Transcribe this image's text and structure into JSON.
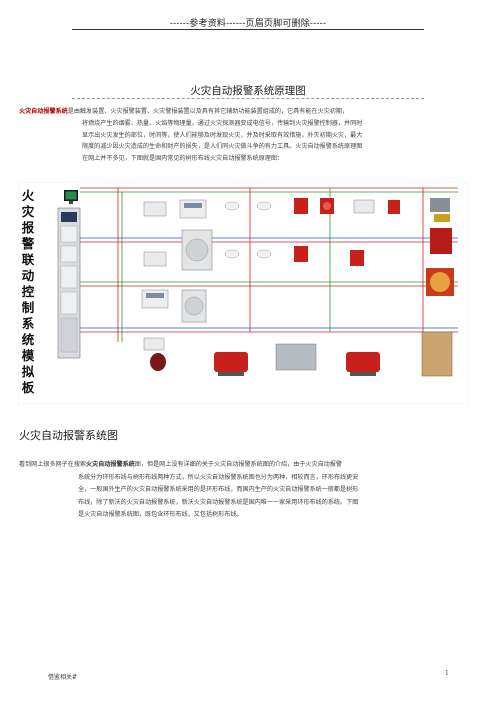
{
  "header": {
    "note": "------参考资料------页眉页脚可删除-----"
  },
  "section1": {
    "title": "火灾自动报警系统原理图",
    "lead_term": "火灾自动报警系统",
    "paragraph_lines": [
      "是由触发装置、火灾报警装置、火灾警报装置以及具有其它辅助功能装置组成的，它具有能在火灾初期，",
      "将燃烧产生的烟雾、热量、火焰等物理量，通过火灾探测器变成电信号，传输到火灾报警控制器，并同时",
      "显示出火灾发生的部位，时间等，使人们能够及时发现火灾，并及时采取有效措施，扑灭初期火灾，最大",
      "限度的减少因火灾造成的生命和财产的损失，是人们同火灾做斗争的有力工具。火灾自动报警系统原理图",
      "在网上并不多见，下图就是国内常见的树形布线火灾自动报警系统原理图："
    ]
  },
  "diagram": {
    "cabinet_label_chars": [
      "火",
      "灾",
      "报",
      "警",
      "联",
      "动",
      "控",
      "制",
      "系",
      "统",
      "模",
      "拟",
      "板"
    ],
    "colors": {
      "red_line": "#d42020",
      "green_line": "#2a9a2a",
      "blue_line": "#3050c0",
      "device_red": "#c8201a"
    }
  },
  "section2": {
    "title": "火灾自动报警系统图",
    "lead_prefix": "看到网上很多网子在搜索",
    "lead_term": "火灾自动报警系统",
    "lead_suffix": "图，但是网上没有详细的关于火灾自动报警系统图的介绍，由于火灾自动报警",
    "paragraph_lines": [
      "系统分为环形布线与树形布线两种方式，所以火灾自动报警系统图也分为两种，相较而言，环形布线更安",
      "全，一般国外生产的火灾自动报警系统采用的是环形布线，而国内生产的火灾自动报警系统一般都是树形",
      "布线，除了新沃的火灾自动报警系统，新沃火灾自动报警系统是国内唯一一家采用环形布线的系统。下图",
      "是火灾自动报警系统图，既包含环形布线，又包括树形布线。"
    ]
  },
  "footer": {
    "left": "借鉴相关#",
    "page_number": "1"
  }
}
